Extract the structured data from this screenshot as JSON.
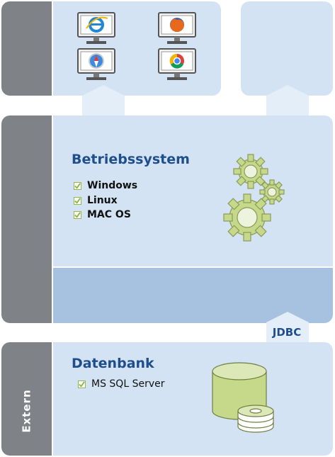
{
  "os_section": {
    "title": "Betriebssystem",
    "items": [
      "Windows",
      "Linux",
      "MAC OS"
    ]
  },
  "db_section": {
    "title": "Datenbank",
    "items": [
      "MS SQL Server"
    ],
    "side_label": "Extern"
  },
  "connector": {
    "label": "JDBC"
  },
  "browsers": [
    "internet-explorer-icon",
    "firefox-icon",
    "safari-icon",
    "chrome-icon"
  ],
  "colors": {
    "side": "#7f8286",
    "panel_light": "#d3e3f3",
    "panel_mid": "#a7c2e1",
    "title": "#1f4e8c",
    "gear": "#c6d98a",
    "check": "#8bb43c"
  }
}
